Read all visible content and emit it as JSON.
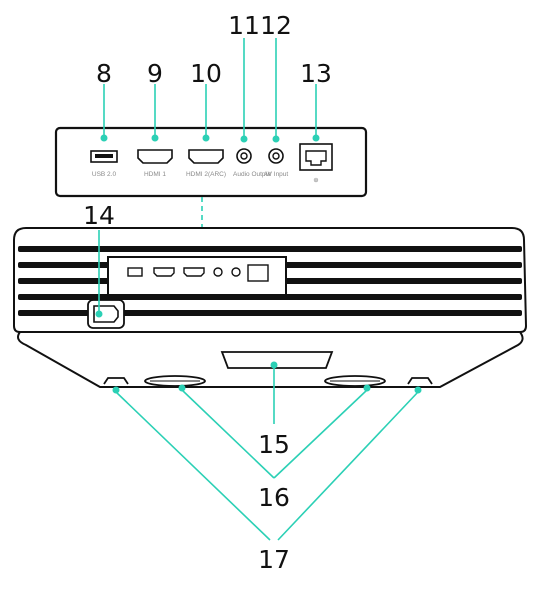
{
  "diagram": {
    "callouts": {
      "n8": "8",
      "n9": "9",
      "n10": "10",
      "n11": "11",
      "n12": "12",
      "n13": "13",
      "n14": "14",
      "n15": "15",
      "n16": "16",
      "n17": "17"
    },
    "port_labels": {
      "usb": "USB 2.0",
      "hdmi1": "HDMI 1",
      "hdmi2": "HDMI 2(ARC)",
      "audio": "Audio Output",
      "av": "AV Input"
    },
    "colors": {
      "line": "#111111",
      "accent": "#2bd0b5",
      "label": "#8a8a8a",
      "body": "#ffffff"
    }
  }
}
